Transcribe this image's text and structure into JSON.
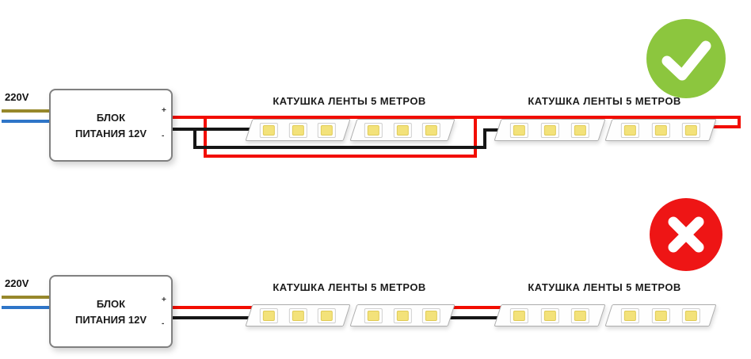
{
  "colors": {
    "background": "#ffffff",
    "wire_red": "#f20d00",
    "wire_black": "#161616",
    "wire_blue": "#2e75c8",
    "wire_yellow": "#97882b",
    "badge_correct": "#8cc63e",
    "badge_wrong": "#ee1515",
    "led_core": "#f3e27a"
  },
  "strips": {
    "leds_per_segment": 3,
    "segments_per_coil": 2
  },
  "correct_diagram": {
    "input_voltage": "220V",
    "psu_line1": "БЛОК",
    "psu_line2": "ПИТАНИЯ 12V",
    "terminal_plus": "+",
    "terminal_minus": "-",
    "coil_label_1": "КАТУШКА ЛЕНТЫ 5 МЕТРОВ",
    "coil_label_2": "КАТУШКА ЛЕНТЫ 5 МЕТРОВ",
    "result_icon": "check-icon"
  },
  "wrong_diagram": {
    "input_voltage": "220V",
    "psu_line1": "БЛОК",
    "psu_line2": "ПИТАНИЯ 12V",
    "terminal_plus": "+",
    "terminal_minus": "-",
    "coil_label_1": "КАТУШКА ЛЕНТЫ 5 МЕТРОВ",
    "coil_label_2": "КАТУШКА ЛЕНТЫ 5 МЕТРОВ",
    "result_icon": "cross-icon"
  }
}
